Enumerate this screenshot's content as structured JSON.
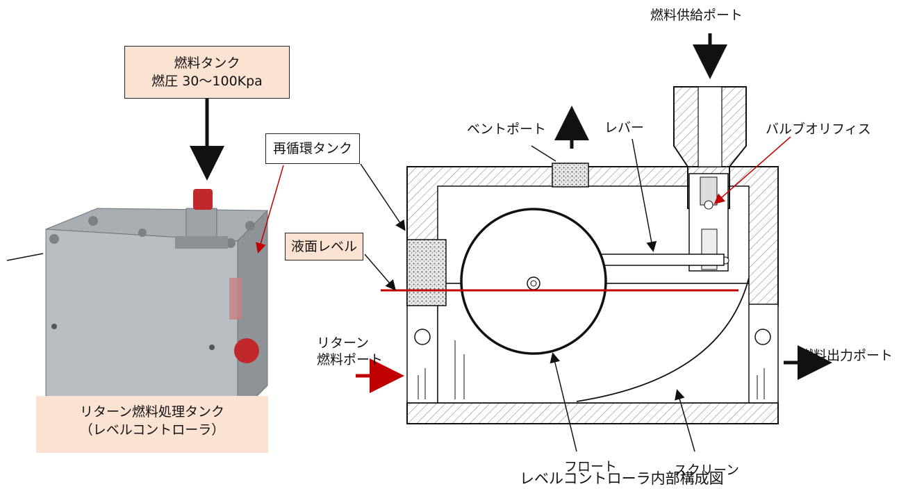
{
  "labels": {
    "fuel_tank_line1": "燃料タンク",
    "fuel_tank_line2": "燃圧 30～100Kpa",
    "recirc_tank": "再循環タンク",
    "liquid_level": "液面レベル",
    "return_line1": "リターン",
    "return_line2": "燃料ポート",
    "device_caption_line1": "リターン燃料処理タンク",
    "device_caption_line2": "（レベルコントローラ）",
    "fuel_supply_port": "燃料供給ポート",
    "vent_port": "ベントポート",
    "lever": "レバー",
    "valve_orifice": "バルブオリフィス",
    "fuel_output_port": "燃料出力ポート",
    "float": "フロート",
    "screen": "スクリーン",
    "figure_caption": "レベルコントローラ内部構成図"
  },
  "colors": {
    "accent_red": "#c00000",
    "label_fill": "#fbe3d3",
    "line_dark": "#111111"
  }
}
